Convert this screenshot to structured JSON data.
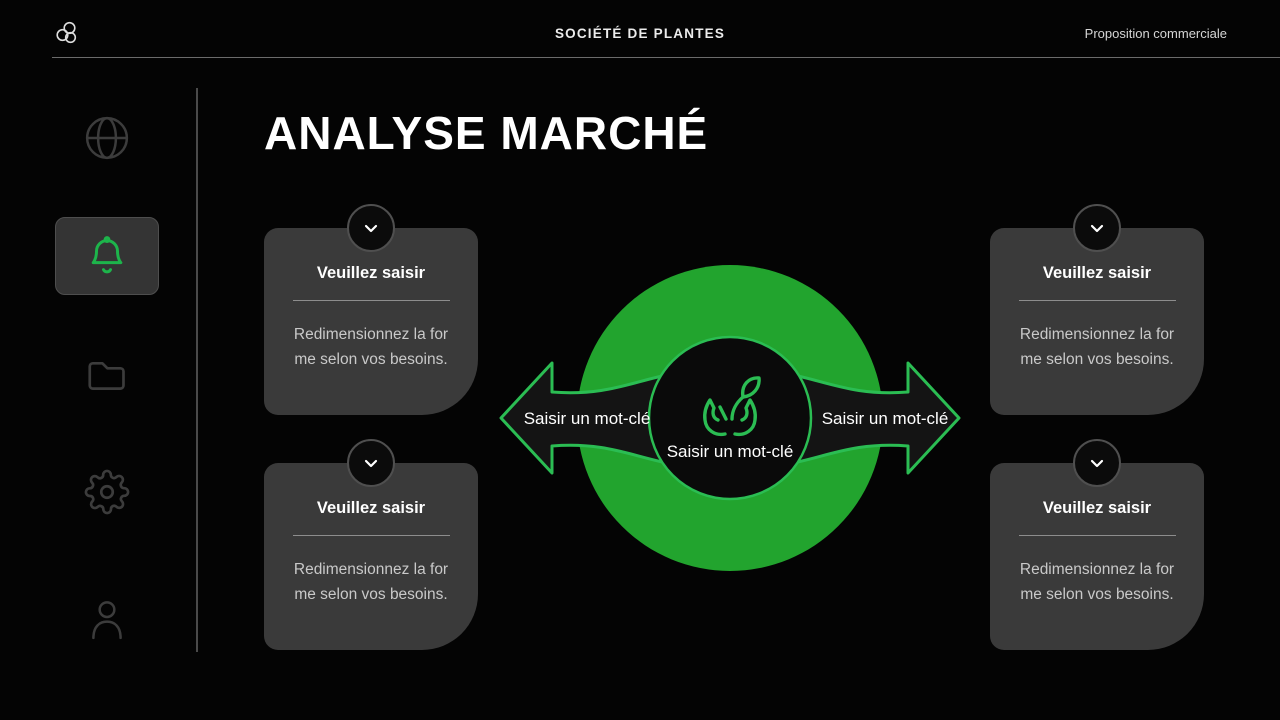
{
  "header": {
    "logo_icon": "three-circles-logo",
    "title": "SOCIÉTÉ DE PLANTES",
    "subtitle": "Proposition commerciale"
  },
  "sidebar": {
    "items": [
      {
        "icon": "globe-icon",
        "active": false
      },
      {
        "icon": "bell-icon",
        "active": true
      },
      {
        "icon": "folder-icon",
        "active": false
      },
      {
        "icon": "gear-icon",
        "active": false
      },
      {
        "icon": "user-icon",
        "active": false
      }
    ]
  },
  "main": {
    "title": "ANALYSE MARCHÉ",
    "cards": [
      {
        "chevron_icon": "chevron-down-icon",
        "title": "Veuillez saisir",
        "body_lines": [
          "Redimensionnez la for",
          "me selon vos besoins."
        ]
      },
      {
        "chevron_icon": "chevron-down-icon",
        "title": "Veuillez saisir",
        "body_lines": [
          "Redimensionnez la for",
          "me selon vos besoins."
        ]
      },
      {
        "chevron_icon": "chevron-down-icon",
        "title": "Veuillez saisir",
        "body_lines": [
          "Redimensionnez la for",
          "me selon vos besoins."
        ]
      },
      {
        "chevron_icon": "chevron-down-icon",
        "title": "Veuillez saisir",
        "body_lines": [
          "Redimensionnez la for",
          "me selon vos besoins."
        ]
      }
    ],
    "diagram": {
      "center_icon": "hands-holding-plant-icon",
      "left_arrow_label": "Saisir un mot-clé",
      "right_arrow_label": "Saisir un mot-clé",
      "center_label": "Saisir un mot-clé"
    }
  },
  "colors": {
    "background": "#040404",
    "card_background": "#3a3a3a",
    "donut_green": "#22a42e",
    "accent_green": "#2bbd53",
    "bell_green": "#1db44b",
    "sidebar_icon_gray": "#3c3c3c"
  }
}
